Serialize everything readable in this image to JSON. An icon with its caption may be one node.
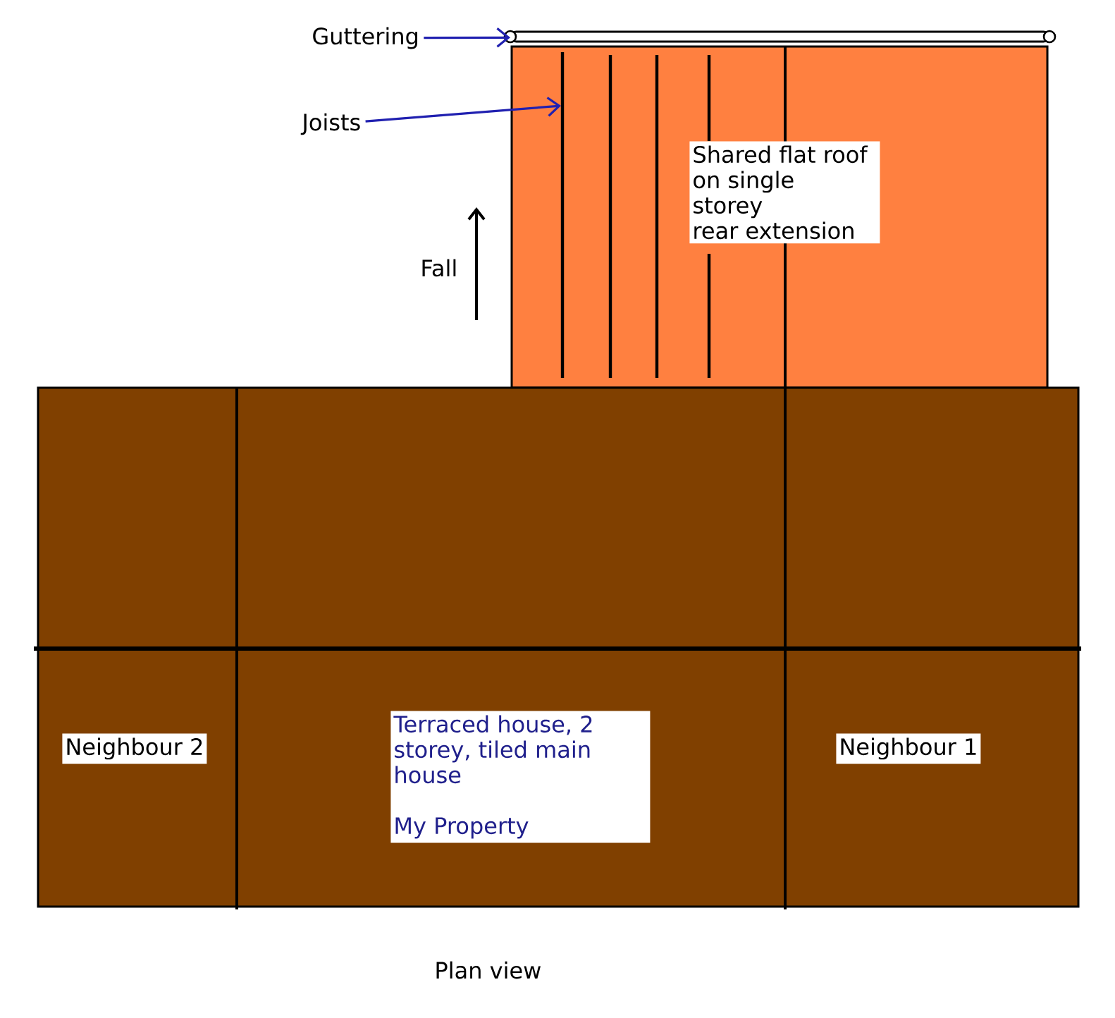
{
  "diagram": {
    "caption": "Plan view",
    "nodes": [
      {
        "text": [
          "Guttering"
        ]
      },
      {
        "text": [],
        "shape": "bar"
      },
      {
        "text": [
          "Joists"
        ]
      },
      {
        "text": [
          "Shared flat roof on single storey rear extension"
        ]
      },
      {
        "text": [
          "Neighbour 2"
        ]
      },
      {
        "text": [
          "Terraced house, 2 storey, tiled main house",
          "My Property"
        ]
      },
      {
        "text": [
          "Neighbour 1"
        ]
      }
    ],
    "edges": [
      {
        "from": 0,
        "to": 1,
        "arrow": "to"
      },
      {
        "from": 2,
        "to": null,
        "arrow": "to"
      }
    ],
    "labels": [
      "Fall"
    ]
  }
}
